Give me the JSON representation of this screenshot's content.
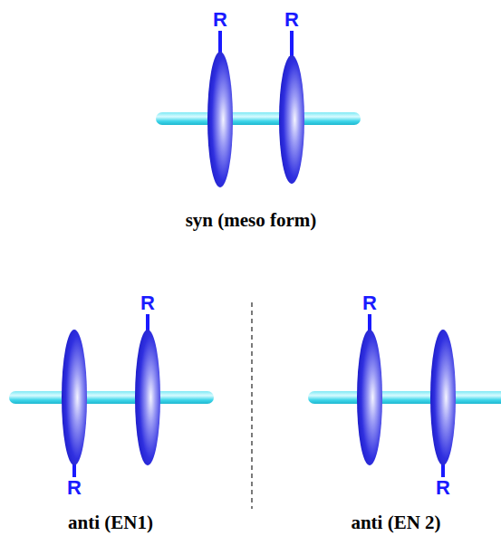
{
  "diagram": {
    "labels": [
      "R",
      "R",
      "syn (meso form)",
      "R",
      "R",
      "anti (EN1)",
      "R",
      "R",
      "anti (EN 2)"
    ]
  }
}
